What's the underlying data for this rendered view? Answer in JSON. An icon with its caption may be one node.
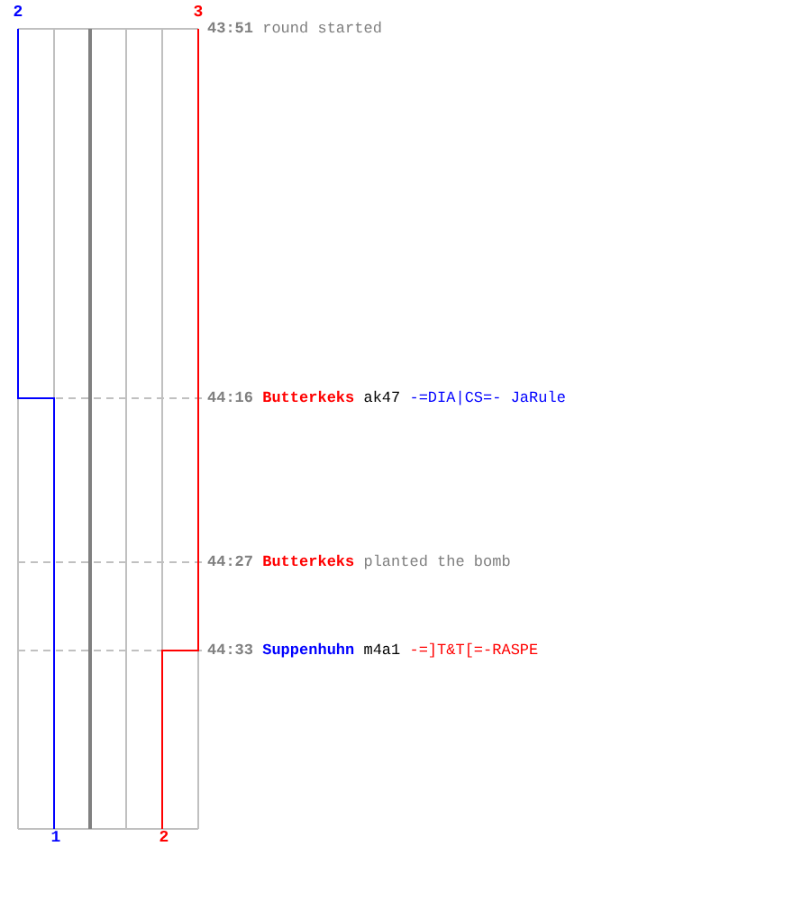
{
  "diagram": {
    "labels": [
      "2",
      "3",
      "43:51",
      "round started",
      "44:16",
      "Butterkeks",
      "ak47",
      "-=DIA|CS=- JaRule",
      "44:27",
      "Butterkeks",
      "planted the bomb",
      "44:33",
      "Suppenhuhn",
      "m4a1",
      "-=]T&T[=-RASPE",
      "1",
      "2"
    ]
  }
}
